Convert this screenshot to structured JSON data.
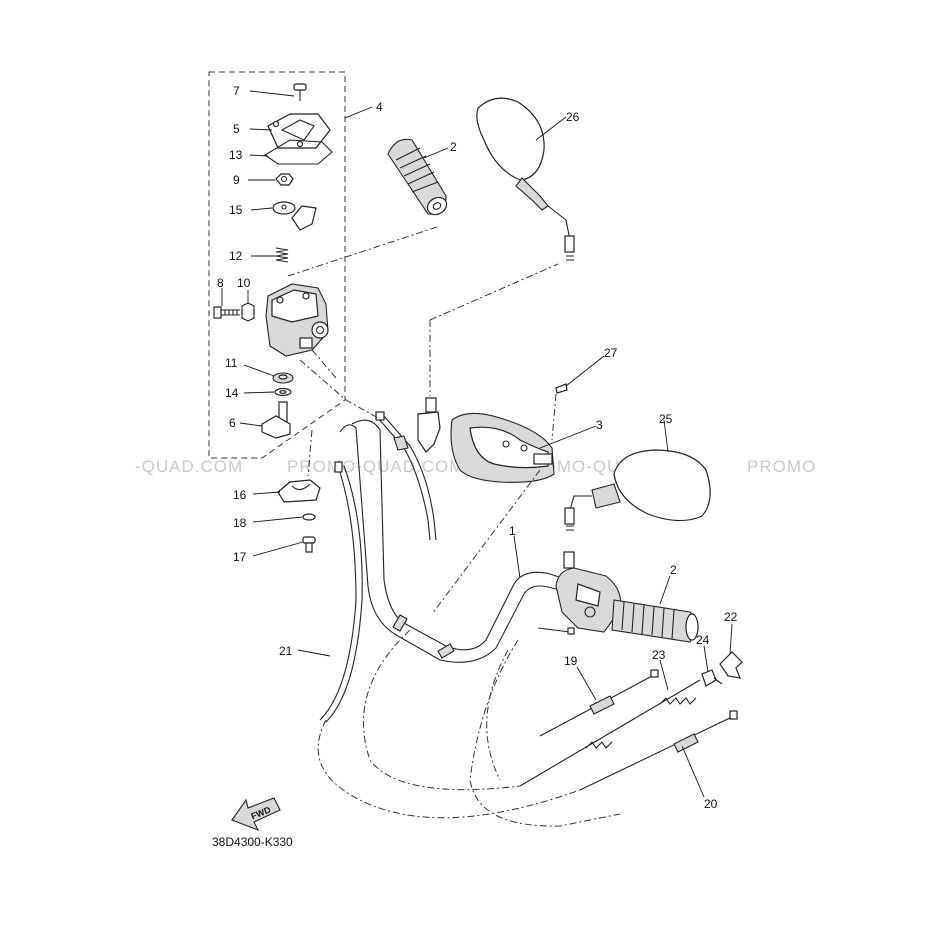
{
  "diagram": {
    "code": "38D4300-K330",
    "fwd_label": "FWD",
    "watermark": "PROMO-QUAD.COM",
    "watermark_partials": [
      "-QUAD.COM",
      "PROMO"
    ],
    "callouts": [
      {
        "id": "c7",
        "label": "7"
      },
      {
        "id": "c5",
        "label": "5"
      },
      {
        "id": "c13",
        "label": "13"
      },
      {
        "id": "c9",
        "label": "9"
      },
      {
        "id": "c15",
        "label": "15"
      },
      {
        "id": "c12",
        "label": "12"
      },
      {
        "id": "c8",
        "label": "8"
      },
      {
        "id": "c10",
        "label": "10"
      },
      {
        "id": "c11",
        "label": "11"
      },
      {
        "id": "c14",
        "label": "14"
      },
      {
        "id": "c6",
        "label": "6"
      },
      {
        "id": "c4",
        "label": "4"
      },
      {
        "id": "c2a",
        "label": "2"
      },
      {
        "id": "c26",
        "label": "26"
      },
      {
        "id": "c27",
        "label": "27"
      },
      {
        "id": "c3",
        "label": "3"
      },
      {
        "id": "c25",
        "label": "25"
      },
      {
        "id": "c16",
        "label": "16"
      },
      {
        "id": "c18",
        "label": "18"
      },
      {
        "id": "c17",
        "label": "17"
      },
      {
        "id": "c1",
        "label": "1"
      },
      {
        "id": "c2b",
        "label": "2"
      },
      {
        "id": "c21",
        "label": "21"
      },
      {
        "id": "c19",
        "label": "19"
      },
      {
        "id": "c23",
        "label": "23"
      },
      {
        "id": "c24",
        "label": "24"
      },
      {
        "id": "c22",
        "label": "22"
      },
      {
        "id": "c20",
        "label": "20"
      }
    ]
  }
}
